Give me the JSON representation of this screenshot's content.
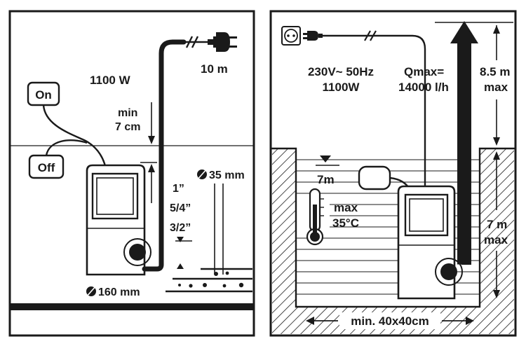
{
  "left_panel": {
    "power": "1100 W",
    "cable_length": "10 m",
    "switch_on": "On",
    "switch_off": "Off",
    "min_label": "min",
    "min_value": "7 cm",
    "hose_sizes": [
      "1”",
      "5/4”",
      "3/2”"
    ],
    "particle_size": "35 mm",
    "pump_diameter": "160 mm"
  },
  "right_panel": {
    "voltage": "230V~ 50Hz",
    "power": "1100W",
    "qmax_label": "Qmax=",
    "qmax_value": "14000  l/h",
    "lift_height": "8.5 m",
    "lift_max": "max",
    "depth": "7 m",
    "depth_max": "max",
    "water_level": "7m",
    "temp_max": "max",
    "temp_value": "35°C",
    "shaft_size": "min. 40x40cm"
  },
  "icons": [
    "plug-icon",
    "socket-icon",
    "thermometer-icon",
    "float-switch-icon",
    "pump-icon",
    "diameter-icon"
  ],
  "colors": {
    "ink": "#1a1a1a",
    "background": "#ffffff"
  }
}
